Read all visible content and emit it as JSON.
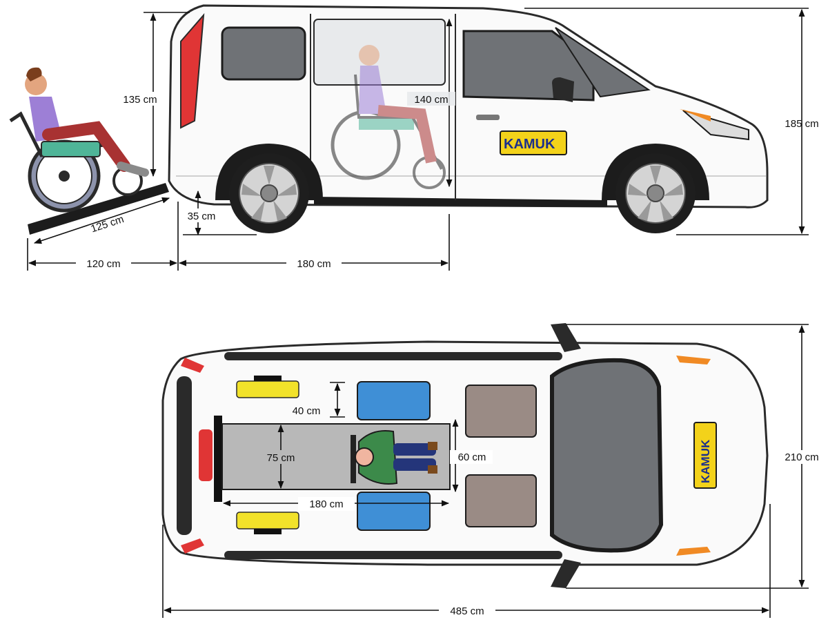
{
  "brand": {
    "name": "KAMUK"
  },
  "colors": {
    "body": "#fafafa",
    "outline": "#2a2a2a",
    "glass": "#6f7276",
    "window_light": "#e8eaec",
    "trim": "#1c1c1c",
    "logo_bg": "#f3d21a",
    "logo_text": "#1b2f8c",
    "seat_blue": "#3f8fd6",
    "seat_brown": "#9a8b85",
    "seat_yellow": "#f2e22a",
    "ramp_floor": "#b8b8b8",
    "tail_light": "#e03535",
    "indicator": "#f08a24"
  },
  "side_view": {
    "dimensions": {
      "door_height": "135 cm",
      "interior_height": "140 cm",
      "vehicle_height": "185 cm",
      "ramp_length": "125 cm",
      "floor_height": "35 cm",
      "ramp_projection": "120 cm",
      "interior_length": "180 cm"
    }
  },
  "top_view": {
    "dimensions": {
      "seat_gap": "40 cm",
      "floor_width": "75 cm",
      "bay_width": "60 cm",
      "floor_length": "180 cm",
      "vehicle_width": "210 cm",
      "vehicle_length": "485 cm"
    }
  }
}
